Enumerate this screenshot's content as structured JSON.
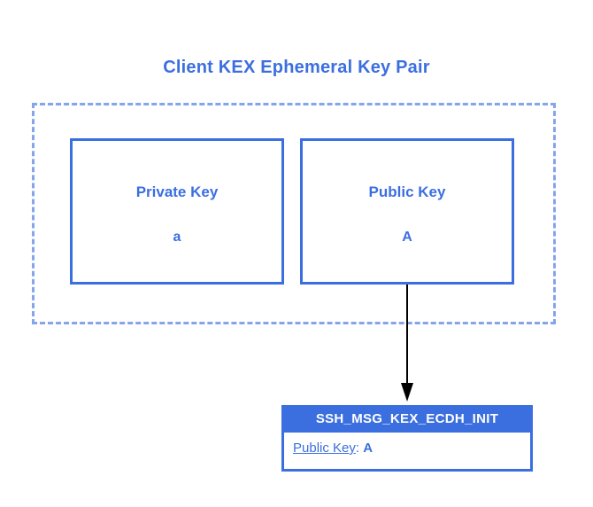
{
  "diagram": {
    "title": "Client KEX Ephemeral Key Pair",
    "colors": {
      "accent": "#3b6fe0",
      "dashed_border": "#84a4ec",
      "arrow": "#000000",
      "header_text": "#ffffff",
      "background": "#ffffff"
    },
    "key_boxes": [
      {
        "title": "Private Key",
        "value": "a"
      },
      {
        "title": "Public Key",
        "value": "A"
      }
    ],
    "message": {
      "header": "SSH_MSG_KEX_ECDH_INIT",
      "field_label": "Public Key",
      "field_separator": ":",
      "field_value": "A"
    },
    "connector": {
      "name": "public-key-to-message-arrow",
      "from": "Public Key",
      "to": "SSH_MSG_KEX_ECDH_INIT"
    }
  }
}
